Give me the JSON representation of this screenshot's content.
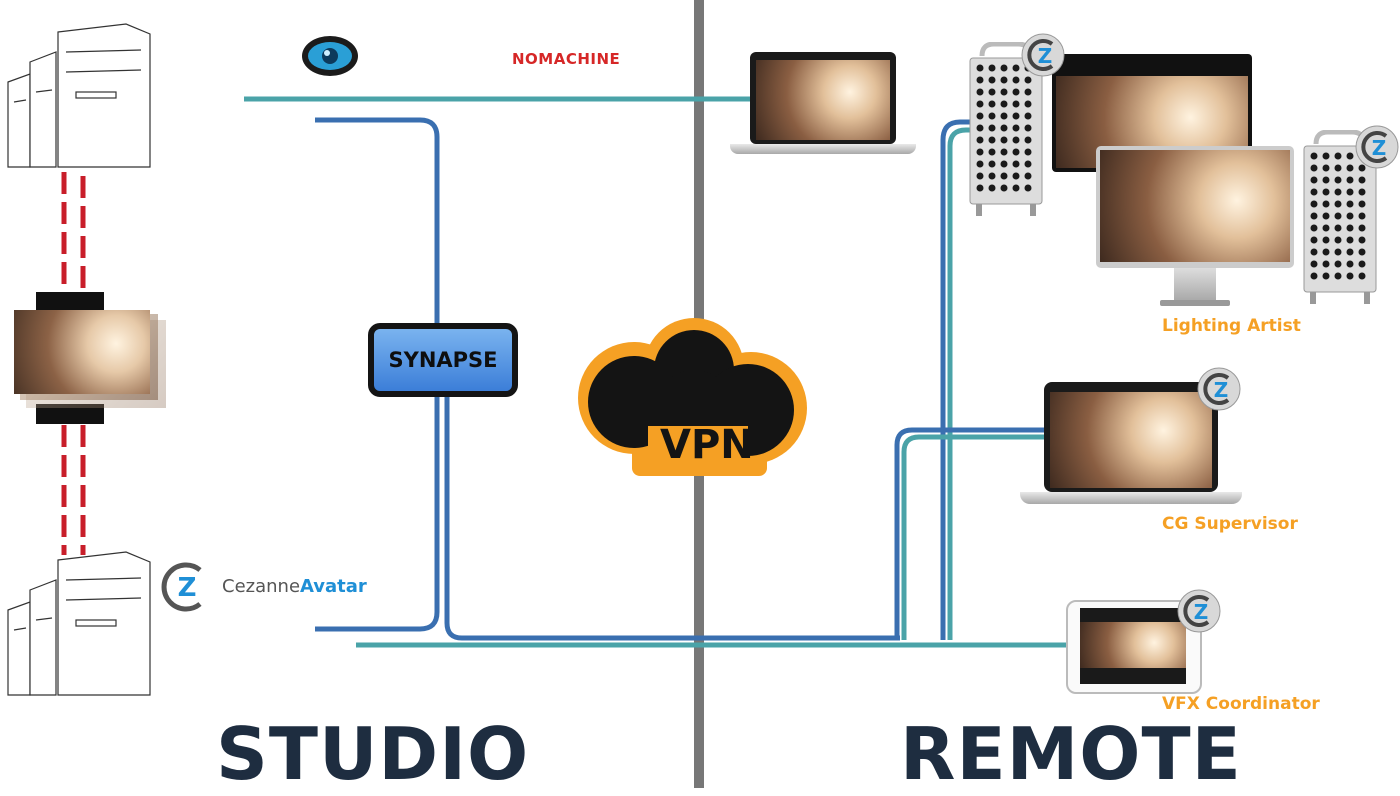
{
  "sections": {
    "left": "STUDIO",
    "right": "REMOTE"
  },
  "nodes": {
    "synapse": "SYNAPSE",
    "vpn": "VPN"
  },
  "brands": {
    "nomachine": "NOMACHINE",
    "cezanne_prefix": "Cezanne",
    "cezanne_suffix": "Avatar"
  },
  "roles": {
    "lighting": "Lighting Artist",
    "supervisor": "CG Supervisor",
    "coordinator": "VFX Coordinator"
  },
  "colors": {
    "teal_line": "#4aa3a8",
    "blue_line": "#3a6fb0",
    "divider": "#777777",
    "accent_orange": "#f5a024",
    "red_dashes": "#c81e2a",
    "title_dark": "#1e2d40"
  }
}
